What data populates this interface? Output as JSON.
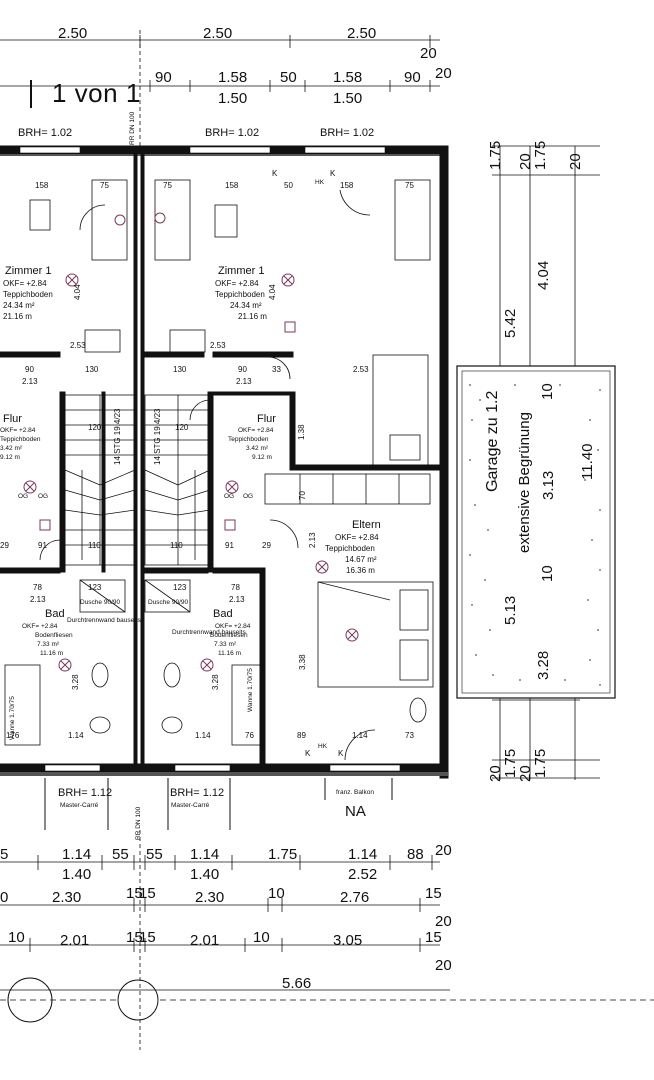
{
  "page_indicator": "1 von 1",
  "dims_top": {
    "row0": [
      "2.50",
      "2.50",
      "2.50"
    ],
    "row1_upper": [
      "90",
      "1.58",
      "50",
      "1.58",
      "90",
      "20"
    ],
    "row1_lower": [
      "1.50",
      "1.50"
    ],
    "row1_right_extra": "20",
    "brh": [
      "BRH= 1.02",
      "BRH= 1.02",
      "BRH= 1.02"
    ]
  },
  "dims_bottom": {
    "row1": [
      "5",
      "1.14",
      "55",
      "55",
      "1.14",
      "1.75",
      "1.14",
      "88",
      "20"
    ],
    "row1b": [
      "1.40",
      "1.40",
      "2.52"
    ],
    "row2": [
      "0",
      "2.30",
      "15",
      "15",
      "2.30",
      "10",
      "2.76",
      "15"
    ],
    "row2_right": "20",
    "row3": [
      "10",
      "2.01",
      "15",
      "15",
      "2.01",
      "10",
      "3.05",
      "15"
    ],
    "row3_right": "20",
    "row4": "5.66"
  },
  "dims_right": {
    "top_col1": [
      "1.75",
      "20"
    ],
    "top_col2": [
      "1.75",
      "20"
    ],
    "main": [
      "5.42",
      "4.04",
      "3.13",
      "11.40",
      "10",
      "5.13",
      "3.28"
    ],
    "bottom_col1": [
      "20",
      "1.75"
    ],
    "bottom_col2": [
      "20",
      "1.75"
    ]
  },
  "rooms": {
    "left_zimmer": {
      "name": "Zimmer 1",
      "okf": "OKF= +2.84",
      "floor": "Teppichboden",
      "area": "24.34 m²",
      "perim": "21.16 m"
    },
    "right_zimmer": {
      "name": "Zimmer 1",
      "okf": "OKF= +2.84",
      "floor": "Teppichboden",
      "area": "24.34 m²",
      "perim": "21.16 m"
    },
    "left_flur": {
      "name": "Flur",
      "okf": "OKF= +2.84",
      "floor": "Teppichboden",
      "area": "3.42 m²",
      "perim": "9.12 m"
    },
    "right_flur": {
      "name": "Flur",
      "okf": "OKF= +2.84",
      "floor": "Teppichboden",
      "area": "3.42 m²",
      "perim": "9.12 m"
    },
    "left_bad": {
      "name": "Bad",
      "okf": "OKF= +2.84",
      "floor": "Bodenfliesen",
      "area": "7.33 m²",
      "perim": "11.16 m"
    },
    "right_bad": {
      "name": "Bad",
      "okf": "OKF= +2.84",
      "floor": "Bodenfliesen",
      "area": "7.33 m²",
      "perim": "11.16 m"
    },
    "eltern": {
      "name": "Eltern",
      "okf": "OKF= +2.84",
      "floor": "Teppichboden",
      "area": "14.67 m²",
      "perim": "16.36 m"
    }
  },
  "inner": {
    "d158a": "158",
    "d75a": "75",
    "d75b": "75",
    "d158b": "158",
    "d50": "50",
    "d158c": "158",
    "d75c": "75",
    "d404a": "4.04",
    "d404b": "4.04",
    "d253a": "2.53",
    "d253b": "2.53",
    "d253c": "2.53",
    "d90a": "90",
    "d213a": "2.13",
    "d90b": "90",
    "d213b": "2.13",
    "d33": "33",
    "d130a": "130",
    "d130b": "130",
    "d120a": "120",
    "d120b": "120",
    "stg_a": "14 STG 19.4/23",
    "stg_b": "14 STG 19.4/23",
    "d138": "1.38",
    "d70": "70",
    "d29a": "29",
    "d91a": "91",
    "d110a": "110",
    "d29b": "29",
    "d91b": "91",
    "d110b": "110",
    "d213c": "2.13",
    "d78a": "78",
    "d213d": "2.13",
    "d123a": "123",
    "d123b": "123",
    "d78b": "78",
    "d213e": "2.13",
    "dusche_a": "Dusche 90/90",
    "dusche_b": "Dusche 90/90",
    "durch_a": "Durchtrennwand bauseits",
    "durch_b": "Durchtrennwand bauseits",
    "d328a": "3.28",
    "d328b": "3.28",
    "d338": "3.38",
    "wanne_a": "Wanne 1.70/75",
    "wanne_b": "Wanne 1.70/75",
    "d176a": "176",
    "d114a": "1.14",
    "d76b": "76",
    "d114b": "1.14",
    "d89": "89",
    "d114c": "1.14",
    "d73": "73",
    "hk_a": "HK",
    "hk_b": "HK",
    "k_a": "K",
    "k_b": "K",
    "k_c": "K",
    "k_d": "K",
    "rr_top": "RR DN 100",
    "rr_bottom": "RR DN 100",
    "og_a": "OG",
    "og_b": "OG",
    "og_c": "OG",
    "og_d": "OG"
  },
  "bottom_labels": {
    "brh_a": "BRH= 1.12",
    "master_a": "Master-Carré",
    "brh_b": "BRH= 1.12",
    "master_b": "Master-Carré",
    "balkon": "franz. Balkon",
    "na": "NA"
  },
  "garage": {
    "title": "Garage zu 1.2",
    "subtitle": "extensive Begrünung"
  }
}
